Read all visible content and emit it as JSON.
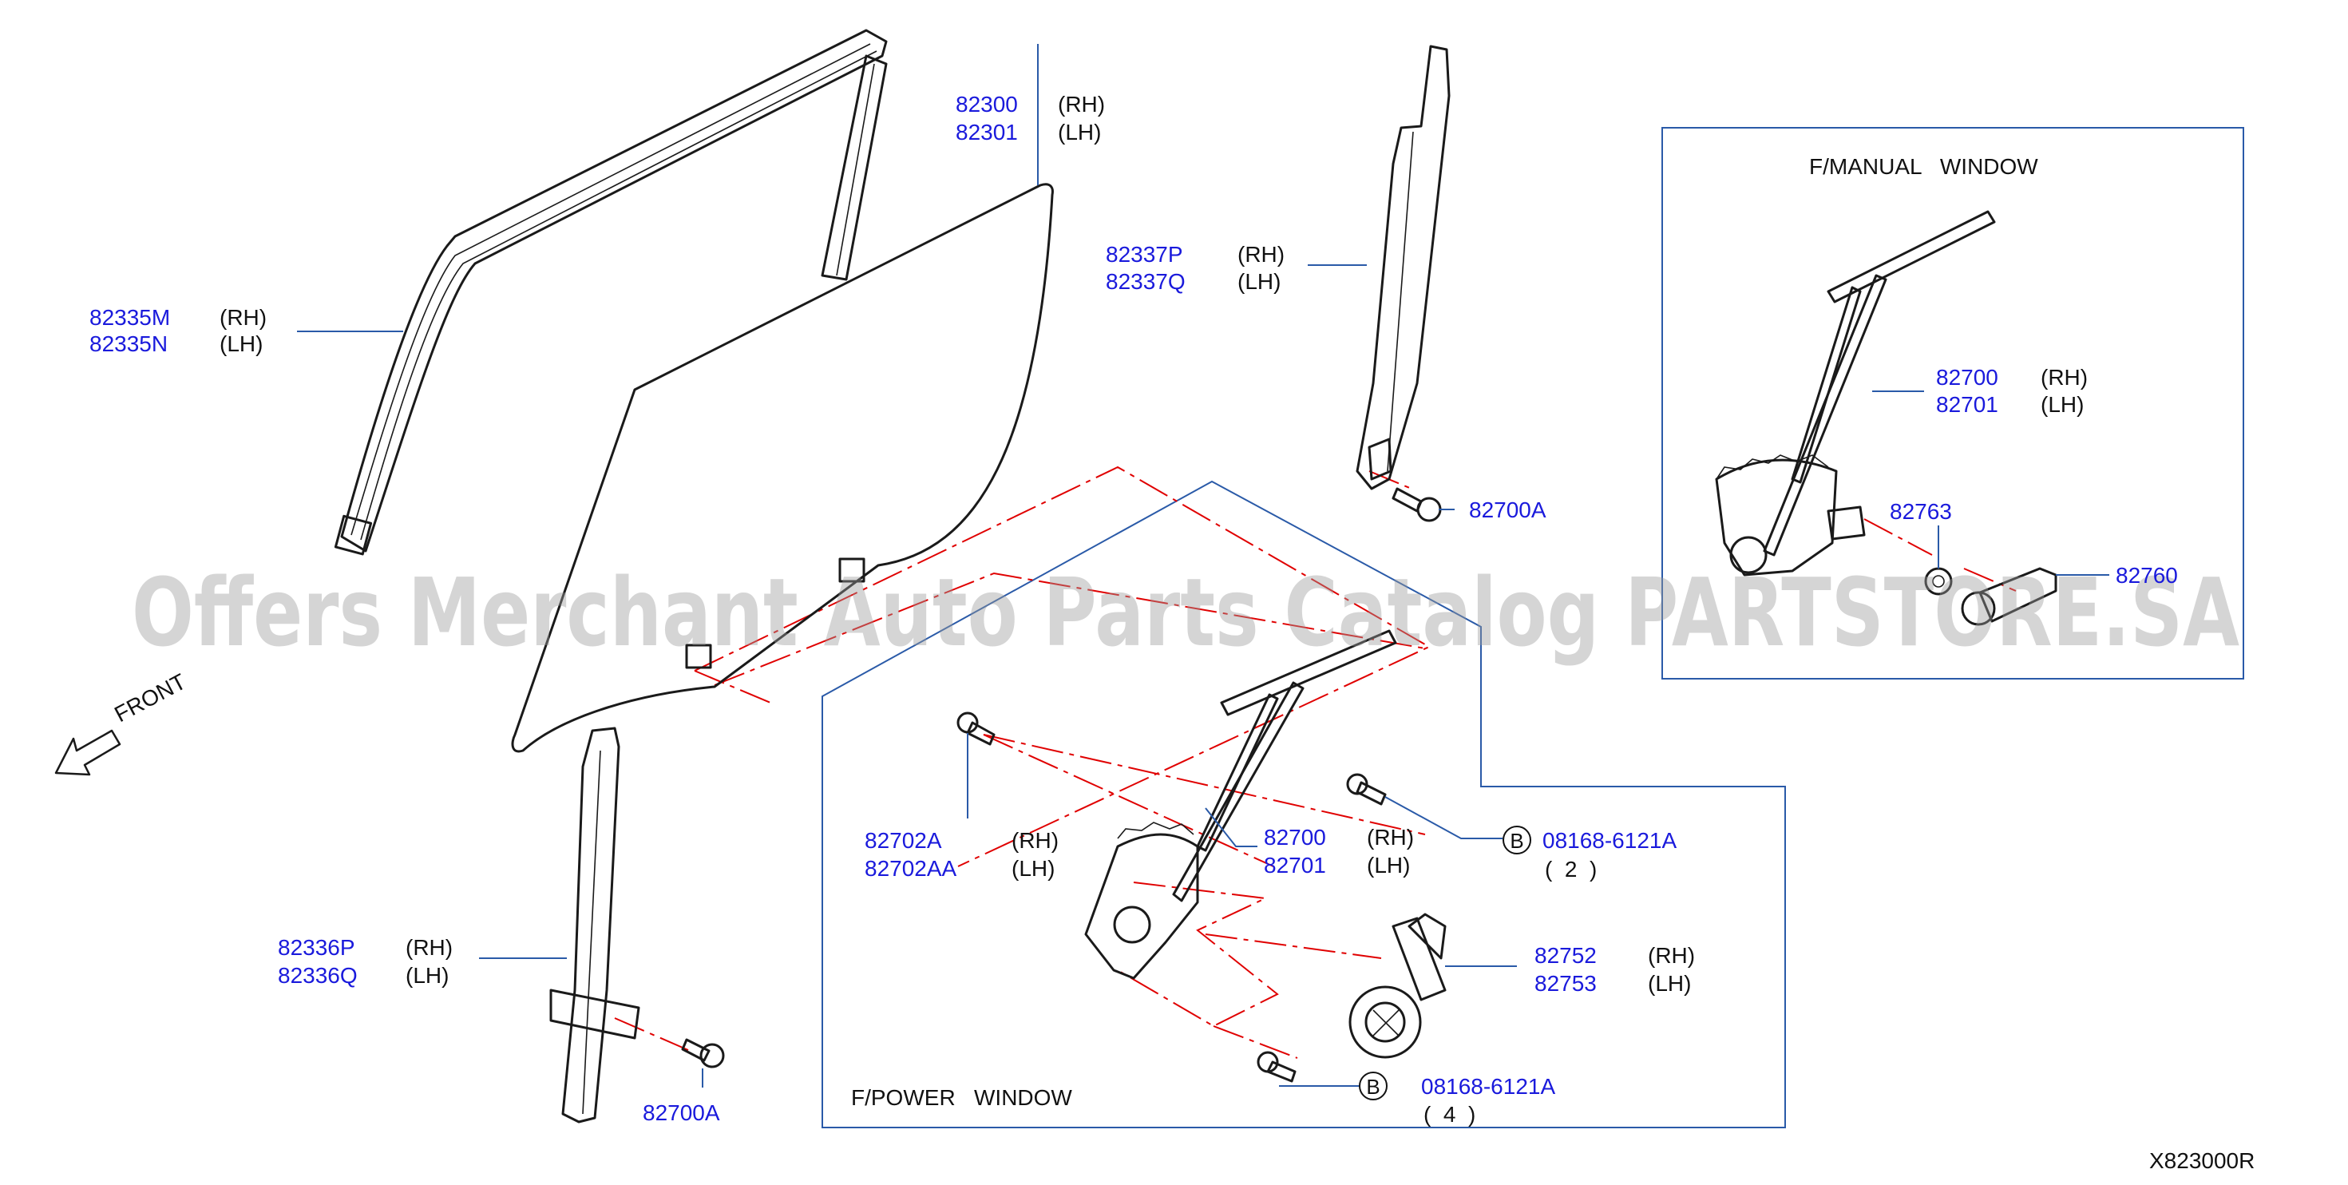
{
  "watermark": "Offers Merchant Auto Parts Catalog PARTSTORE.SA",
  "diagram_code": "X823000R",
  "front_label": "FRONT",
  "side": {
    "rh": "(RH)",
    "lh": "(LH)"
  },
  "sections": {
    "manual_window": "F/MANUAL   WINDOW",
    "power_window": "F/POWER   WINDOW"
  },
  "parts": {
    "sash_rh": "82335M",
    "sash_lh": "82335N",
    "glass_rh": "82300",
    "glass_lh": "82301",
    "rear_channel_rh": "82337P",
    "rear_channel_lh": "82337Q",
    "bolt_upper": "82700A",
    "front_channel_rh": "82336P",
    "front_channel_lh": "82336Q",
    "bolt_lower": "82700A",
    "bolt_regulator_rh": "82702A",
    "bolt_regulator_lh": "82702AA",
    "regulator_rh": "82700",
    "regulator_lh": "82701",
    "bolt_b_upper": "08168-6121A",
    "bolt_b_upper_qty": "(  2  )",
    "motor_rh": "82752",
    "motor_lh": "82753",
    "bolt_b_lower": "08168-6121A",
    "bolt_b_lower_qty": "(  4  )",
    "manual_regulator_rh": "82700",
    "manual_regulator_lh": "82701",
    "washer": "82763",
    "handle": "82760"
  },
  "circle_marker": "B"
}
